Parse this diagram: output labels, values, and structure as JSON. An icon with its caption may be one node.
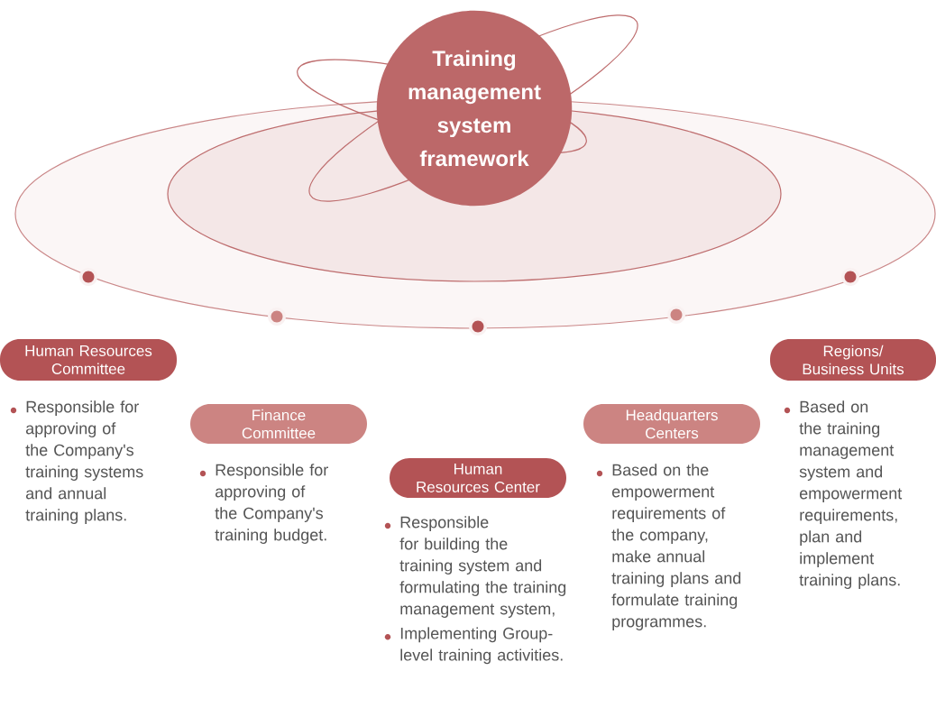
{
  "diagram": {
    "nodes": [
      {
        "text": [
          "Training management system framework"
        ]
      },
      {
        "text": [
          "Human Resources Committee"
        ],
        "beside": [
          "Responsible for approving of the Company's training systems and annual training plans."
        ]
      },
      {
        "text": [
          "Finance Committee"
        ],
        "beside": [
          "Responsible for approving of the Company's training budget."
        ]
      },
      {
        "text": [
          "Human Resources Center"
        ],
        "beside": [
          "Responsible for building the training system and formulating the training management system,",
          "Implementing Group-level training activities."
        ]
      },
      {
        "text": [
          "Headquarters Centers"
        ],
        "beside": [
          "Based on the empowerment requirements of the company, make annual training plans and formulate training programmes."
        ]
      },
      {
        "text": [
          "Regions/ Business Units"
        ],
        "beside": [
          "Based on the training management system and empowerment requirements, plan and implement training plans."
        ]
      }
    ]
  }
}
